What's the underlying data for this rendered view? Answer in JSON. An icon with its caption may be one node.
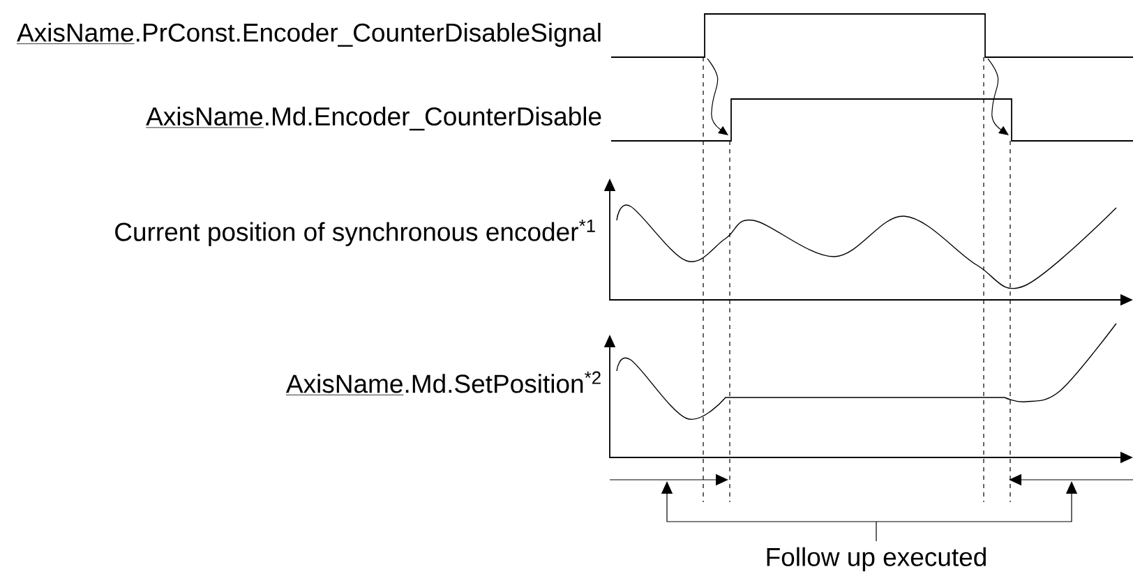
{
  "diagram": {
    "labels": [
      "AxisName",
      ".PrConst.Encoder_CounterDisableSignal",
      "AxisName",
      ".Md.Encoder_CounterDisable",
      "Current position of synchronous encoder$^{*1}$",
      "AxisName",
      ".Md.SetPosition$^{*2}$",
      "Follow up executed"
    ]
  }
}
